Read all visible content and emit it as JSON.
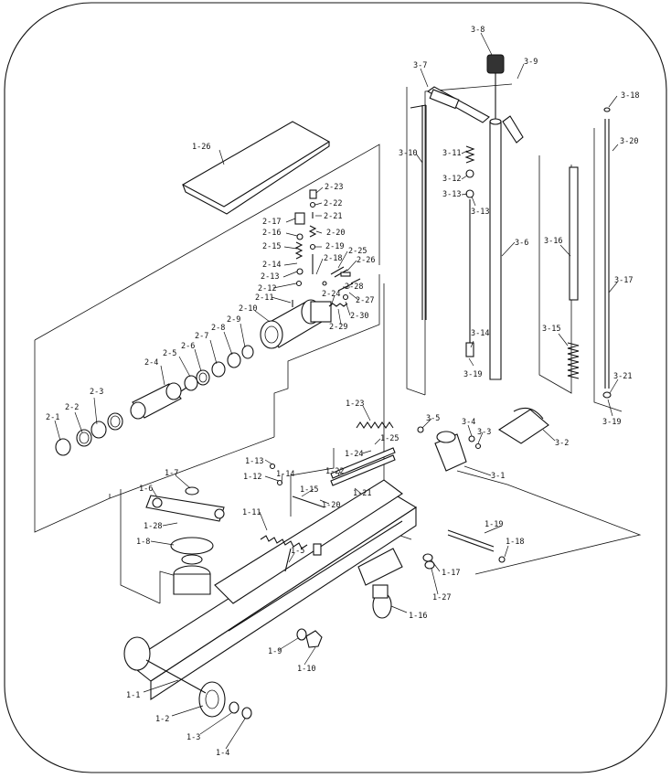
{
  "labels": {
    "p1_1": "1-1",
    "p1_2": "1-2",
    "p1_3": "1-3",
    "p1_4": "1-4",
    "p1_5": "1-5",
    "p1_6": "1-6",
    "p1_7": "1-7",
    "p1_8": "1-8",
    "p1_9": "1-9",
    "p1_10": "1-10",
    "p1_11": "1-11",
    "p1_12": "1-12",
    "p1_13": "1-13",
    "p1_14": "1-14",
    "p1_15": "1-15",
    "p1_16": "1-16",
    "p1_17": "1-17",
    "p1_18": "1-18",
    "p1_19": "1-19",
    "p1_20": "1-20",
    "p1_21": "1-21",
    "p1_22": "1-22",
    "p1_23": "1-23",
    "p1_24": "1-24",
    "p1_25": "1-25",
    "p1_26": "1-26",
    "p1_27": "1-27",
    "p1_28": "1-28",
    "p2_1": "2-1",
    "p2_2": "2-2",
    "p2_3": "2-3",
    "p2_4": "2-4",
    "p2_5": "2-5",
    "p2_6": "2-6",
    "p2_7": "2-7",
    "p2_8": "2-8",
    "p2_9": "2-9",
    "p2_10": "2-10",
    "p2_11": "2-11",
    "p2_12": "2-12",
    "p2_13": "2-13",
    "p2_14": "2-14",
    "p2_15": "2-15",
    "p2_16": "2-16",
    "p2_17": "2-17",
    "p2_18": "2-18",
    "p2_19": "2-19",
    "p2_20": "2-20",
    "p2_21": "2-21",
    "p2_22": "2-22",
    "p2_23": "2-23",
    "p2_24": "2-24",
    "p2_25": "2-25",
    "p2_26": "2-26",
    "p2_27": "2-27",
    "p2_28": "2-28",
    "p2_29": "2-29",
    "p2_30": "2-30",
    "p3_1": "3-1",
    "p3_2": "3-2",
    "p3_3": "3-3",
    "p3_4": "3-4",
    "p3_5": "3-5",
    "p3_6": "3-6",
    "p3_7": "3-7",
    "p3_8": "3-8",
    "p3_9": "3-9",
    "p3_10": "3-10",
    "p3_11": "3-11",
    "p3_12": "3-12",
    "p3_13a": "3-13",
    "p3_13b": "3-13",
    "p3_14": "3-14",
    "p3_15": "3-15",
    "p3_16": "3-16",
    "p3_17": "3-17",
    "p3_18": "3-18",
    "p3_19a": "3-19",
    "p3_19b": "3-19",
    "p3_20": "3-20",
    "p3_21": "3-21"
  },
  "colors": {
    "line": "#111111",
    "background": "#ffffff"
  }
}
